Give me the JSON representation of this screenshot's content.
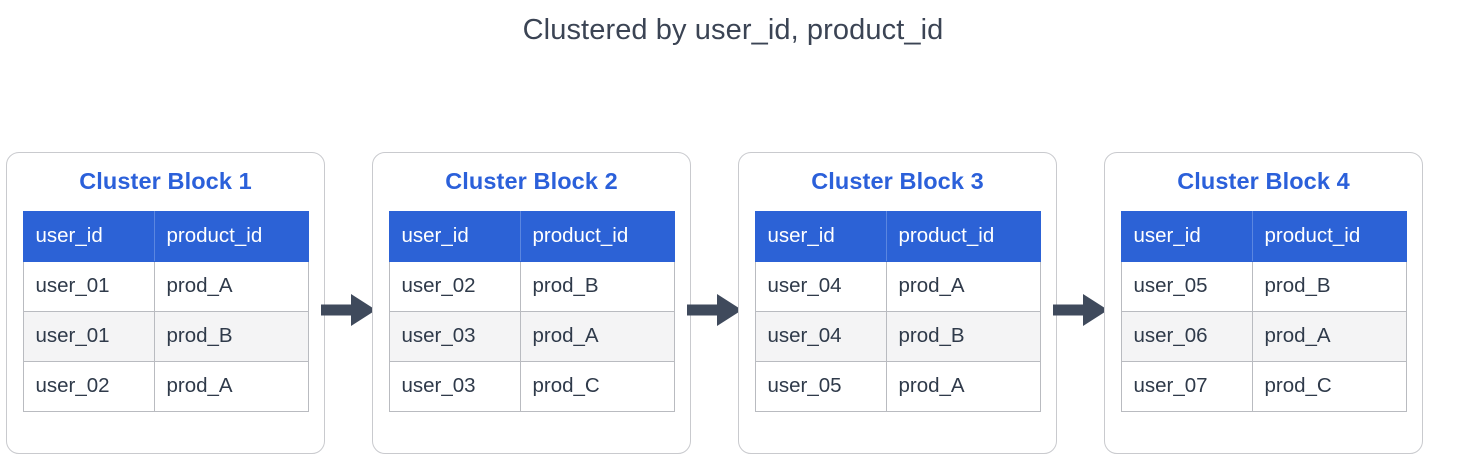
{
  "title": "Clustered by user_id, product_id",
  "colors": {
    "title_text": "#3b4454",
    "block_title": "#2b60da",
    "table_header_bg": "#2c62d6",
    "table_header_text": "#ffffff",
    "cell_text": "#2f3a4a",
    "stripe_row_bg": "#f4f4f5",
    "card_border": "#c9cace",
    "arrow": "#3f4a5c",
    "background": "#ffffff"
  },
  "columns": [
    "user_id",
    "product_id"
  ],
  "arrow_icon": "arrow-right-icon",
  "blocks": [
    {
      "title": "Cluster Block 1",
      "rows": [
        {
          "user_id": "user_01",
          "product_id": "prod_A"
        },
        {
          "user_id": "user_01",
          "product_id": "prod_B"
        },
        {
          "user_id": "user_02",
          "product_id": "prod_A"
        }
      ]
    },
    {
      "title": "Cluster Block 2",
      "rows": [
        {
          "user_id": "user_02",
          "product_id": "prod_B"
        },
        {
          "user_id": "user_03",
          "product_id": "prod_A"
        },
        {
          "user_id": "user_03",
          "product_id": "prod_C"
        }
      ]
    },
    {
      "title": "Cluster Block 3",
      "rows": [
        {
          "user_id": "user_04",
          "product_id": "prod_A"
        },
        {
          "user_id": "user_04",
          "product_id": "prod_B"
        },
        {
          "user_id": "user_05",
          "product_id": "prod_A"
        }
      ]
    },
    {
      "title": "Cluster Block 4",
      "rows": [
        {
          "user_id": "user_05",
          "product_id": "prod_B"
        },
        {
          "user_id": "user_06",
          "product_id": "prod_A"
        },
        {
          "user_id": "user_07",
          "product_id": "prod_C"
        }
      ]
    }
  ]
}
